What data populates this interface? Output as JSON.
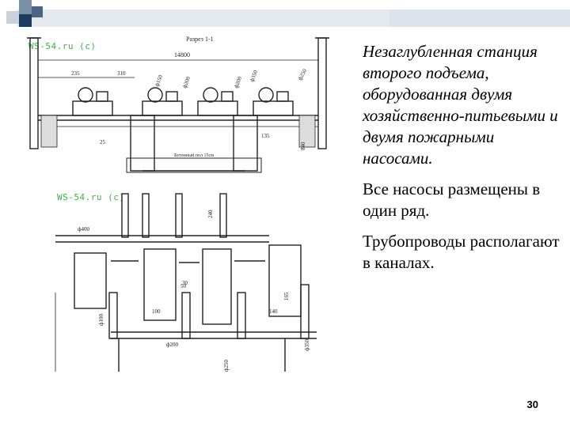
{
  "drawing": {
    "section_label": "Разрез 1-1",
    "dim_total": "14800",
    "dim_left": "235",
    "dim_mid": "310",
    "dim_d150": "ф150",
    "dim_d200a": "ф200",
    "dim_d200b": "ф200",
    "dim_d350": "ф350",
    "dim_d250": "ф250",
    "dim_135": "135",
    "dim_25": "25",
    "dim_840": "840",
    "floor_note": "Бетонный пол 15см",
    "plan_d400": "ф400",
    "plan_240": "240",
    "plan_30": "30",
    "plan_50": "50",
    "plan_100": "100",
    "plan_140": "140",
    "plan_165": "165",
    "plan_d100": "ф100",
    "plan_d200": "ф200",
    "plan_d350": "ф350",
    "plan_d250": "ф250"
  },
  "watermarks": {
    "top": "WS-54.ru (c)",
    "mid": "WS-54.ru (c)"
  },
  "text": {
    "caption": "Незаглубленная станция второго подъема, оборудованная двумя хозяйственно-питьевыми и двумя пожарными насосами.",
    "p1": "Все насосы размещены в один ряд.",
    "p2": "Трубопроводы располагают в каналах."
  },
  "page_number": "30",
  "colors": {
    "bar_dark": "#1f3a5f",
    "bar_mid": "#7a8fa8",
    "bar_light": "#c9d1dc",
    "bar_pale": "#e4e9ef",
    "watermark": "#3fb04a"
  }
}
